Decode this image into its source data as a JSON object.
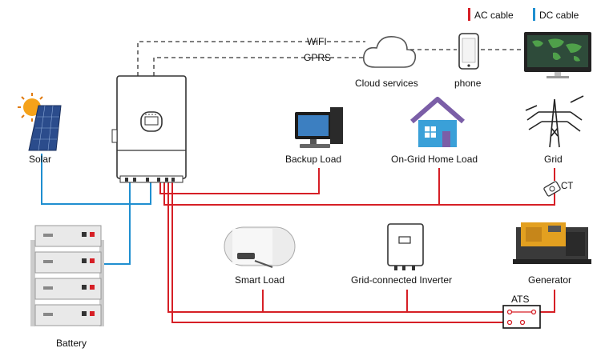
{
  "legend": {
    "ac_label": "AC cable",
    "dc_label": "DC cable",
    "ac_color": "#d61f26",
    "dc_color": "#1f8fd0"
  },
  "links": {
    "wifi": "WiFI",
    "gprs": "GPRS"
  },
  "nodes": {
    "cloud": {
      "label": "Cloud services",
      "icon": "cloud-icon"
    },
    "phone": {
      "label": "phone",
      "icon": "phone-icon"
    },
    "monitor": {
      "icon": "world-map-monitor-icon"
    },
    "inverter": {
      "icon": "hybrid-inverter-icon"
    },
    "solar": {
      "label": "Solar",
      "icon": "solar-panel-icon"
    },
    "backup": {
      "label": "Backup Load",
      "icon": "desktop-computer-icon"
    },
    "home": {
      "label": "On-Grid Home Load",
      "icon": "house-icon"
    },
    "grid": {
      "label": "Grid",
      "icon": "power-tower-icon"
    },
    "ct": {
      "label": "CT",
      "icon": "current-transformer-icon"
    },
    "battery": {
      "label": "Battery",
      "icon": "battery-rack-icon"
    },
    "smart": {
      "label": "Smart Load",
      "icon": "water-heater-icon"
    },
    "grid_inverter": {
      "label": "Grid-connected Inverter",
      "icon": "string-inverter-icon"
    },
    "generator": {
      "label": "Generator",
      "icon": "generator-icon"
    },
    "ats": {
      "label": "ATS",
      "icon": "ats-switch-icon"
    }
  },
  "colors": {
    "ac": "#d61f26",
    "dc": "#1f8fd0",
    "dashed": "#333333"
  }
}
